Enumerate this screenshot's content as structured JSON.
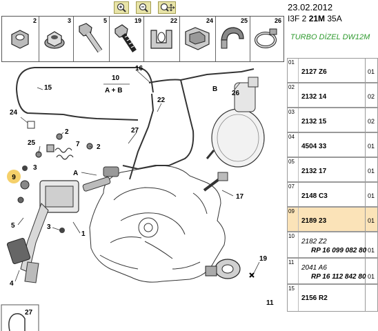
{
  "toolbar": {
    "buttons": [
      {
        "name": "zoom-in-icon"
      },
      {
        "name": "zoom-out-icon"
      },
      {
        "name": "zoom-pan-icon"
      }
    ]
  },
  "thumbnails": [
    {
      "num": "2",
      "icon": "nut-icon"
    },
    {
      "num": "3",
      "icon": "washer-nut-icon"
    },
    {
      "num": "5",
      "icon": "bolt-icon"
    },
    {
      "num": "19",
      "icon": "screw-icon"
    },
    {
      "num": "22",
      "icon": "clip-icon"
    },
    {
      "num": "24",
      "icon": "bracket-clip-icon"
    },
    {
      "num": "25",
      "icon": "spring-clip-icon"
    },
    {
      "num": "26",
      "icon": "hose-clamp-icon"
    }
  ],
  "callouts": [
    "1",
    "2",
    "2",
    "3",
    "3",
    "4",
    "5",
    "7",
    "9",
    "10",
    "A + B",
    "11",
    "15",
    "16",
    "17",
    "19",
    "22",
    "24",
    "25",
    "26",
    "27",
    "27",
    "A",
    "B"
  ],
  "panel": {
    "date": "23.02.2012",
    "ref_prefix": "I3F 2 ",
    "ref_bold": "21M",
    "ref_suffix": " 35A",
    "engine": "TURBO DİZEL DW12M"
  },
  "rows": [
    {
      "num": "01",
      "part": "2127 Z6",
      "ref": "",
      "qty": "01"
    },
    {
      "num": "02",
      "part": "2132 14",
      "ref": "",
      "qty": "02"
    },
    {
      "num": "03",
      "part": "2132 15",
      "ref": "",
      "qty": "02"
    },
    {
      "num": "04",
      "part": "4504 33",
      "ref": "",
      "qty": "01"
    },
    {
      "num": "05",
      "part": "2132 17",
      "ref": "",
      "qty": "01"
    },
    {
      "num": "07",
      "part": "2148 C3",
      "ref": "",
      "qty": "01"
    },
    {
      "num": "09",
      "part": "2189 23",
      "ref": "",
      "qty": "01",
      "highlight": true
    },
    {
      "num": "10",
      "part": "2182 Z2",
      "ref": "RP 16 099 082 80",
      "qty": "01"
    },
    {
      "num": "11",
      "part": "2041 A6",
      "ref": "RP 16 112 842 80",
      "qty": "01"
    },
    {
      "num": "15",
      "part": "2156 R2",
      "ref": "",
      "qty": ""
    }
  ]
}
